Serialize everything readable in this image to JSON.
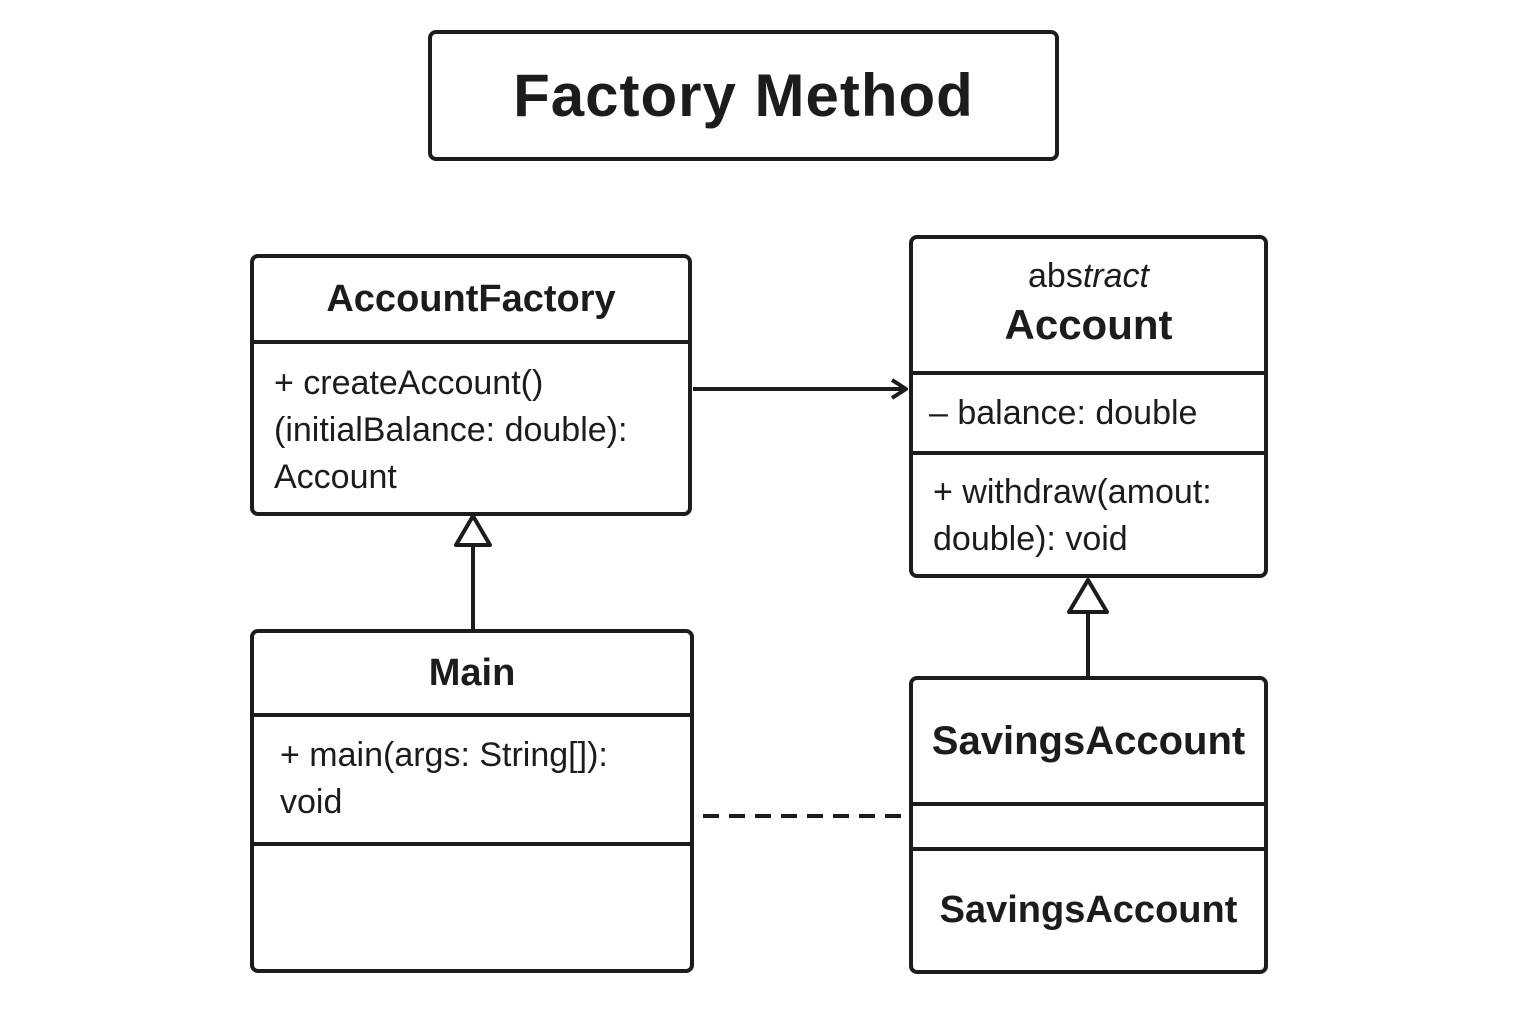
{
  "title": "Factory Method",
  "classes": {
    "account_factory": {
      "name": "AccountFactory",
      "methods": "+ createAccount()\n(initialBalance:  double):\nAccount"
    },
    "account": {
      "stereotype_plain": "abs",
      "stereotype_italic": "tract",
      "name": "Account",
      "attributes": "– balance: double",
      "methods": "+ withdraw(amout:\ndouble): void"
    },
    "main": {
      "name": "Main",
      "methods": "+ main(args: String[]):\nvoid"
    },
    "savings_account": {
      "name": "SavingsAccount",
      "constructor": "SavingsAccount"
    }
  },
  "relations": [
    {
      "from": "account_factory",
      "to": "account",
      "type": "association"
    },
    {
      "from": "main",
      "to": "account_factory",
      "type": "generalization"
    },
    {
      "from": "savings_account",
      "to": "account",
      "type": "generalization"
    },
    {
      "from": "main",
      "to": "savings_account",
      "type": "dependency"
    }
  ]
}
